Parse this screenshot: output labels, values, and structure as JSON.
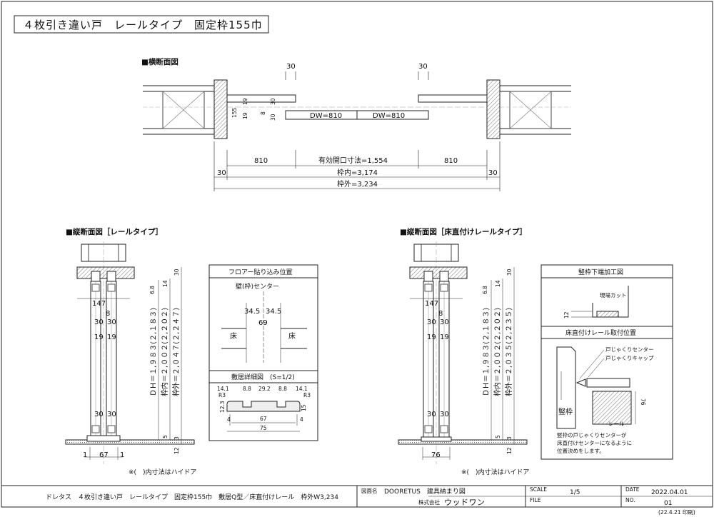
{
  "title": "４枚引き違い戸　レールタイプ　固定枠155巾",
  "plan": {
    "label": "■横断面図",
    "dim_30_left": "30",
    "dim_30_right": "30",
    "d155": "155",
    "d19a": "19",
    "d19b": "19",
    "d8": "8",
    "d30a": "30",
    "d30b": "30",
    "dw_left": "DW=810",
    "dw_right": "DW=810",
    "opening_left": "810",
    "opening_center": "有効開口寸法=1,554",
    "opening_right": "810",
    "end_left": "30",
    "end_right": "30",
    "inner": "枠内=3,174",
    "outer": "枠外=3,234"
  },
  "sectionA": {
    "label": "■縦断面図［レールタイプ］",
    "w147": "147",
    "w8": "8",
    "w30a": "30",
    "w30b": "30",
    "w30c": "30",
    "w30d": "30",
    "w19a": "19",
    "w19b": "19",
    "h68": "6.8",
    "h14": "14",
    "h30": "30",
    "h5": "5",
    "h3": "3",
    "h12": "12",
    "dh": "ＤＨ＝１,９８３(２,１８３)",
    "inner": "枠内＝２,００２(２,２０２)",
    "outer": "枠外＝２,０４７(２,２４７)",
    "b1a": "1",
    "b67": "67",
    "b1b": "1",
    "note": "※(　)内寸法はハイドア"
  },
  "floor": {
    "title": "フロアー貼り込み位置",
    "center": "壁(枠)センター",
    "d345a": "34.5",
    "d345b": "34.5",
    "d69": "69",
    "floor_l": "床",
    "floor_r": "床"
  },
  "sill": {
    "title": "敷居詳細図　(S=1/2)",
    "t1": "14.1",
    "t2": "8.8",
    "t3": "29.2",
    "t4": "8.8",
    "t5": "14.1",
    "r3l": "R3",
    "r3r": "R3",
    "h123": "12.3",
    "h15": "15",
    "w4l": "4",
    "w4r": "4",
    "w67": "67",
    "w75": "75"
  },
  "sectionB": {
    "label": "■縦断面図［床直付けレールタイプ］",
    "w147": "147",
    "w8": "8",
    "w30a": "30",
    "w30b": "30",
    "w30c": "30",
    "w30d": "30",
    "w19a": "19",
    "w19b": "19",
    "h68": "6.8",
    "h14": "14",
    "h30": "30",
    "h5": "5",
    "h3": "3",
    "h12": "12",
    "dh": "ＤＨ＝１,９８３(２,１８３)",
    "inner": "枠内＝２,００２(２,２０２)",
    "outer": "枠外＝２,０３５(２,２３５)",
    "b76": "76",
    "note": "※(　)内寸法はハイドア"
  },
  "frameCut": {
    "title": "竪枠下端加工図",
    "cut": "現場カット",
    "h12": "12"
  },
  "railMount": {
    "title": "床直付けレール取付位置",
    "lbl1": "戸じゃくりセンター",
    "lbl2": "戸じゃくりキャップ",
    "lbl3": "レール",
    "frame": "竪枠",
    "h76": "76",
    "note1": "竪枠の戸じゃくりセンターが",
    "note2": "床直付けセンターになるように",
    "note3": "位置決めをします。"
  },
  "titleblock": {
    "description": "ドレタス　４枚引き違い戸　レールタイプ　固定枠155巾　敷居Q型／床直付けレール　枠外W3,234",
    "name_label": "図面名",
    "name_value": "DOORETUS　建具納まり図",
    "company_label": "株式会社",
    "company": "ウッドワン",
    "scale_label": "SCALE",
    "scale_value": "1/5",
    "date_label": "DATE",
    "date_value": "2022.04.01",
    "file_label": "FILE",
    "no_label": "NO.",
    "no_value": "01",
    "print_date": "(22.4.21 印刷)"
  }
}
